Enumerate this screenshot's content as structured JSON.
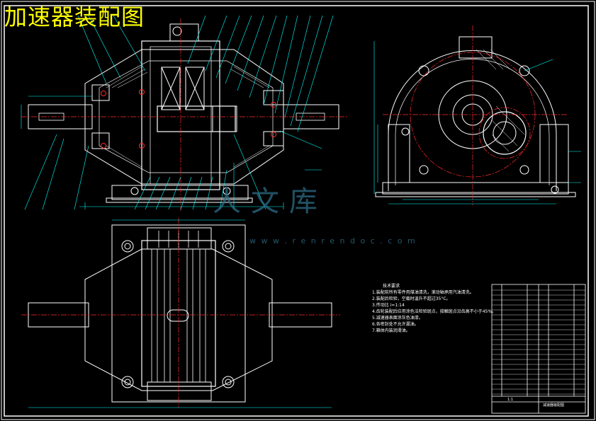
{
  "drawing": {
    "title": "加速器装配图",
    "colors": {
      "background": "#000000",
      "outline": "#ffffff",
      "dimension": "#00ffff",
      "centerline": "#ff2a2a",
      "title": "#ffff00",
      "watermark": "#2c6d86"
    }
  },
  "watermark": {
    "chars": "人文库",
    "url": "w w w . r e n r e n d o c . c o m"
  },
  "tech_notes": {
    "title": "技术要求",
    "items": [
      "1.装配前所有零件用煤油清洗，滚动轴承用汽油清洗。",
      "2.装配后检验，空载时温升不超过35°C。",
      "3.传动比 i=1:14",
      "4.齿轮装配后应用涂色法检验斑点，接触斑点沿齿高不小于45%。",
      "5.减速器表面涂灰色油漆。",
      "6.各密封处不允许漏油。",
      "7.箱体内装润滑油。"
    ]
  },
  "title_block": {
    "name": "减速器装配图",
    "scale": "1:1"
  }
}
